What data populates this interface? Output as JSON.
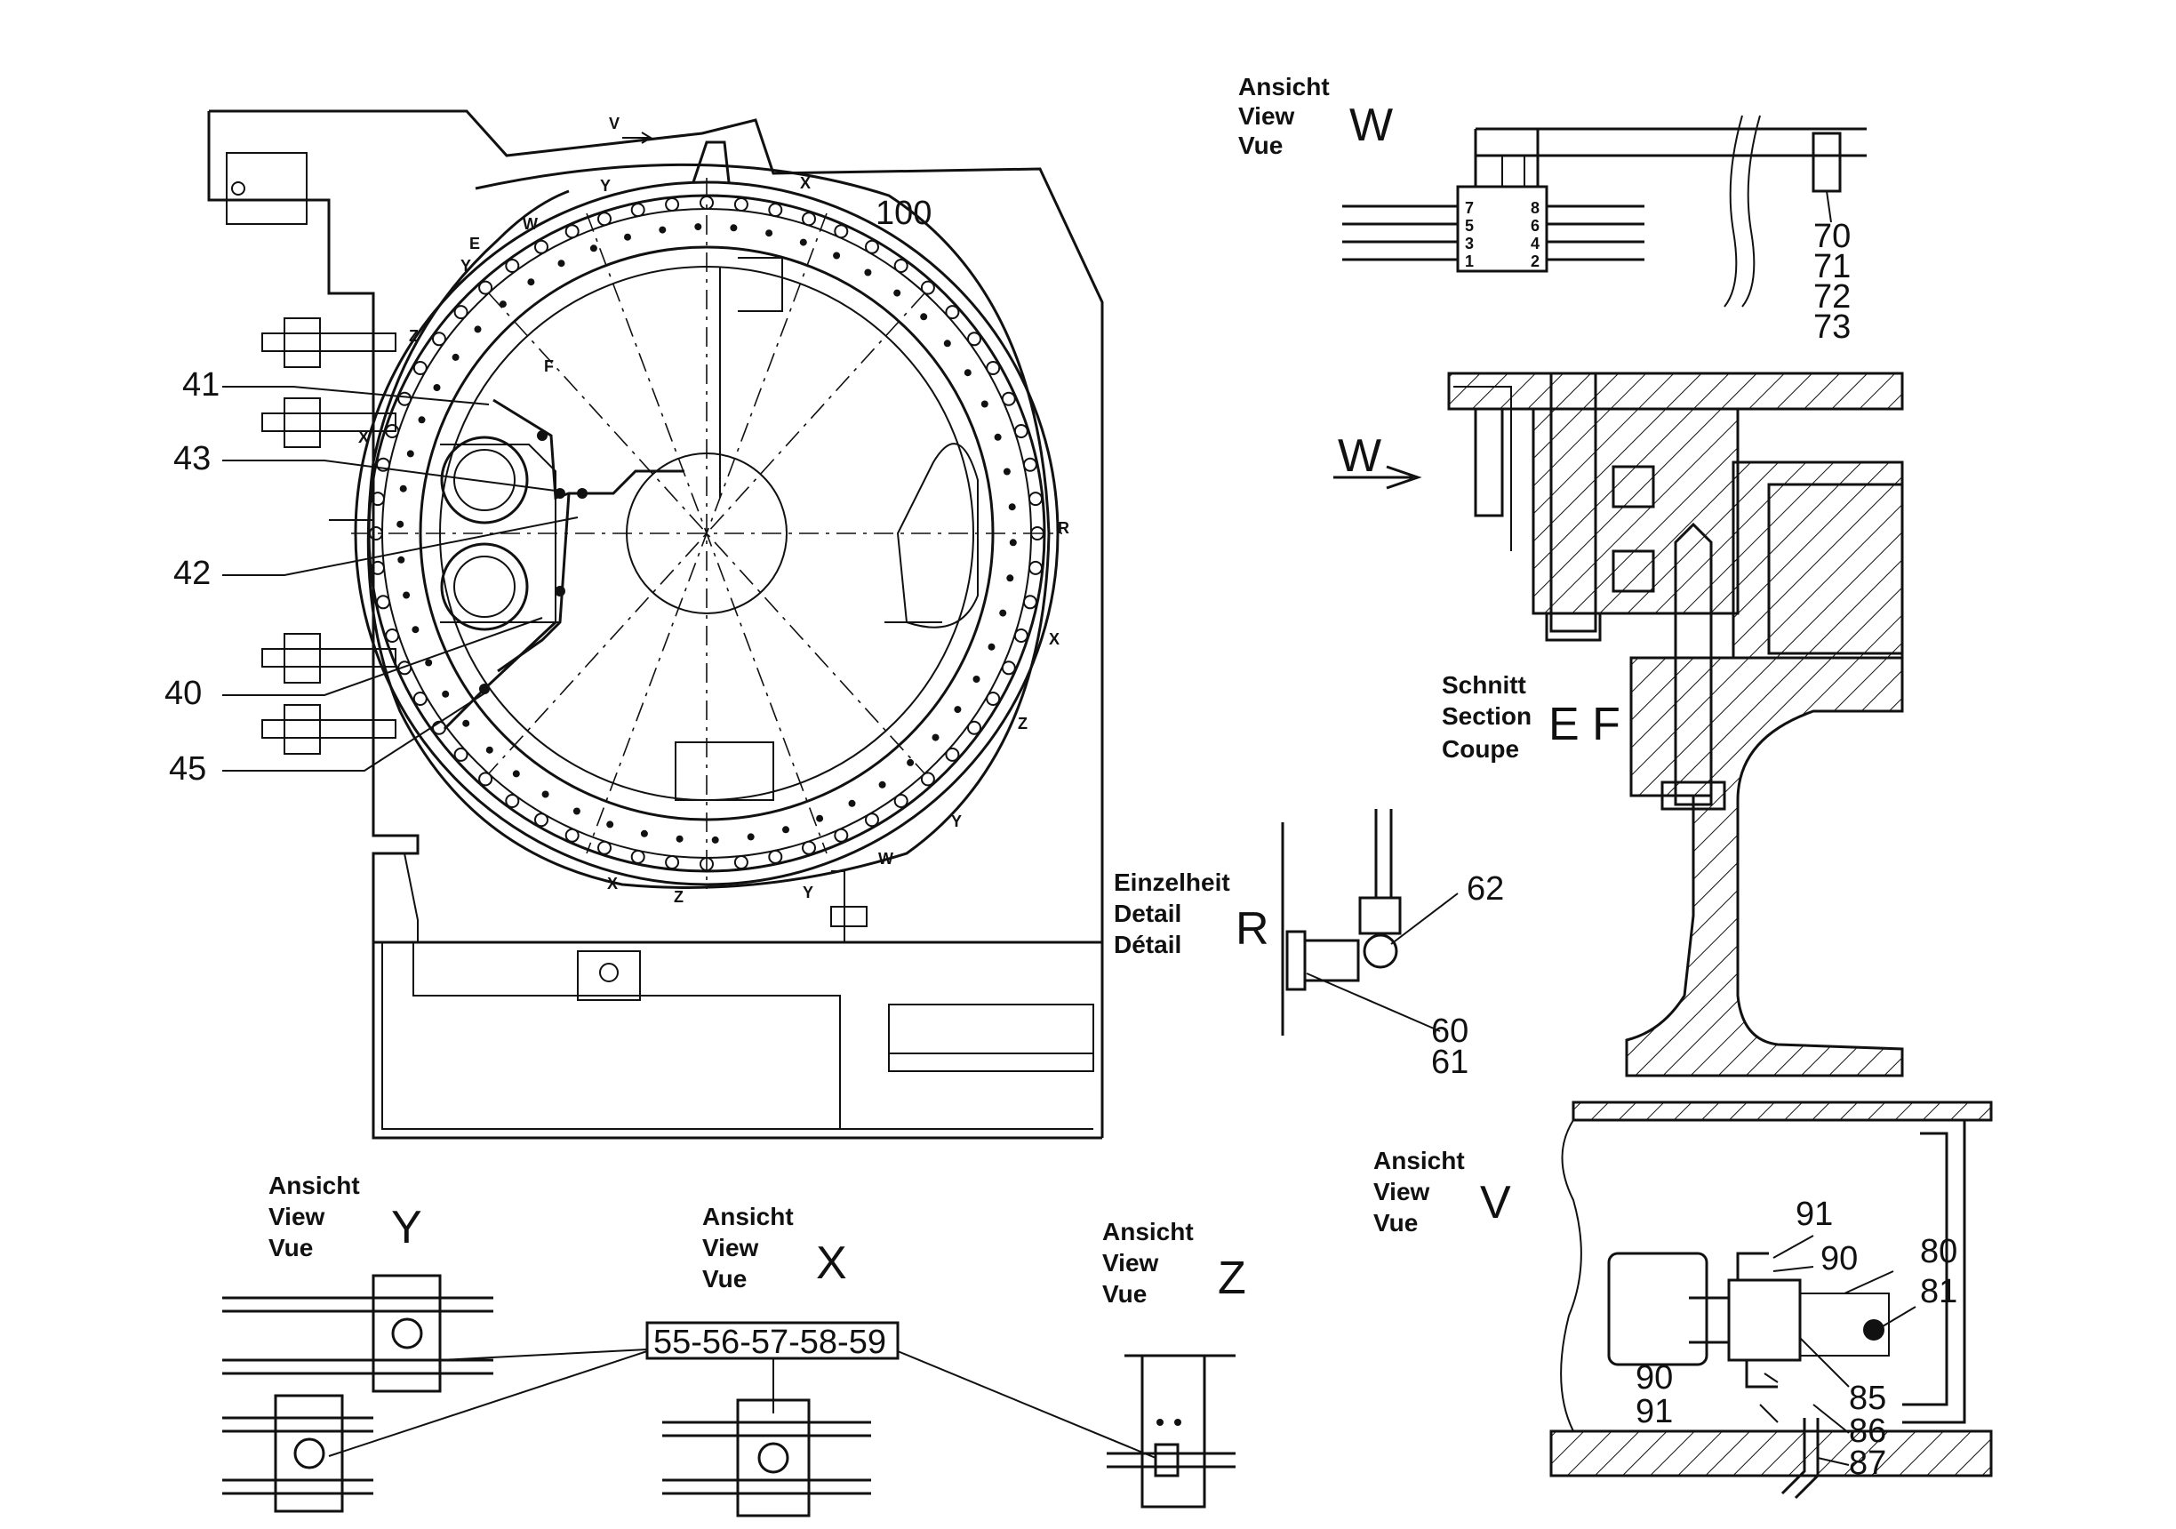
{
  "part_numbers": {
    "n41": "41",
    "n43": "43",
    "n42": "42",
    "n40": "40",
    "n45": "45",
    "n100": "100",
    "n70": "70",
    "n71": "71",
    "n72": "72",
    "n73": "73",
    "n62": "62",
    "n60": "60",
    "n61": "61",
    "n91a": "91",
    "n90a": "90",
    "n80": "80",
    "n81": "81",
    "n90b": "90",
    "n85": "85",
    "n91b": "91",
    "n86": "86",
    "n87": "87",
    "callout_55_59": "55-56-57-58-59"
  },
  "view_w": {
    "line1": "Ansicht",
    "line2": "View",
    "line3": "Vue",
    "letter": "W"
  },
  "section_ef": {
    "line1": "Schnitt",
    "line2": "Section",
    "line3": "Coupe",
    "letter": "E F",
    "arrow_label": "W"
  },
  "detail_r": {
    "line1": "Einzelheit",
    "line2": "Detail",
    "line3": "Détail",
    "letter": "R"
  },
  "view_y": {
    "line1": "Ansicht",
    "line2": "View",
    "line3": "Vue",
    "letter": "Y"
  },
  "view_x": {
    "line1": "Ansicht",
    "line2": "View",
    "line3": "Vue",
    "letter": "X"
  },
  "view_z": {
    "line1": "Ansicht",
    "line2": "View",
    "line3": "Vue",
    "letter": "Z"
  },
  "view_v": {
    "line1": "Ansicht",
    "line2": "View",
    "line3": "Vue",
    "letter": "V"
  },
  "main_marks": {
    "v": "V",
    "e": "E",
    "w1": "W",
    "y1": "Y",
    "x1": "X",
    "f": "F",
    "z1": "Z",
    "x2": "X",
    "y2": "Y",
    "r": "R",
    "x3": "X",
    "z2": "Z",
    "y3": "Y",
    "w2": "W",
    "x4": "X",
    "z3": "Z",
    "y4": "Y"
  },
  "block_digits": {
    "d7": "7",
    "d5": "5",
    "d3": "3",
    "d1": "1",
    "d8": "8",
    "d6": "6",
    "d4": "4",
    "d2": "2"
  }
}
